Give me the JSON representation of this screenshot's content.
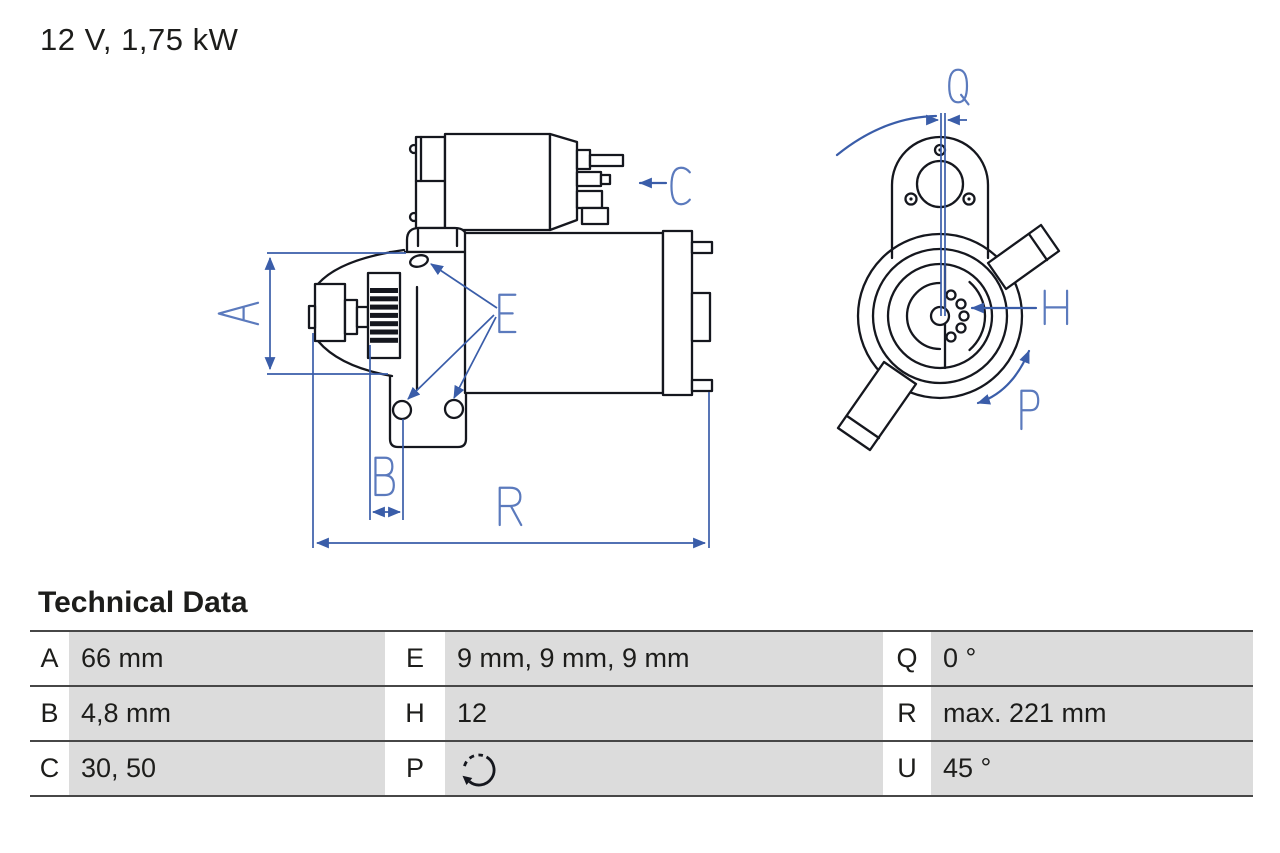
{
  "header": {
    "title": "12 V, 1,75 kW"
  },
  "section": {
    "heading": "Technical Data"
  },
  "diagram": {
    "labels": {
      "A": "A",
      "B": "B",
      "C": "C",
      "E": "E",
      "H": "H",
      "P": "P",
      "Q": "Q",
      "R": "R"
    }
  },
  "colors": {
    "drawing_line": "#15171e",
    "dimension_blue": "#3a5da9",
    "label_blue": "#5b7abd",
    "table_cell_bg": "#dcdcdc",
    "table_border": "#474747",
    "text": "#1d1d1b"
  },
  "table": {
    "rows": [
      {
        "c1": {
          "key": "A",
          "value": "66 mm"
        },
        "c2": {
          "key": "E",
          "value": "9 mm, 9 mm, 9 mm"
        },
        "c3": {
          "key": "Q",
          "value": "0 °"
        }
      },
      {
        "c1": {
          "key": "B",
          "value": "4,8 mm"
        },
        "c2": {
          "key": "H",
          "value": "12"
        },
        "c3": {
          "key": "R",
          "value": "max. 221 mm"
        }
      },
      {
        "c1": {
          "key": "C",
          "value": "30, 50"
        },
        "c2": {
          "key": "P",
          "value": "",
          "icon": "rotation-direction-icon"
        },
        "c3": {
          "key": "U",
          "value": "45 °"
        }
      }
    ]
  }
}
